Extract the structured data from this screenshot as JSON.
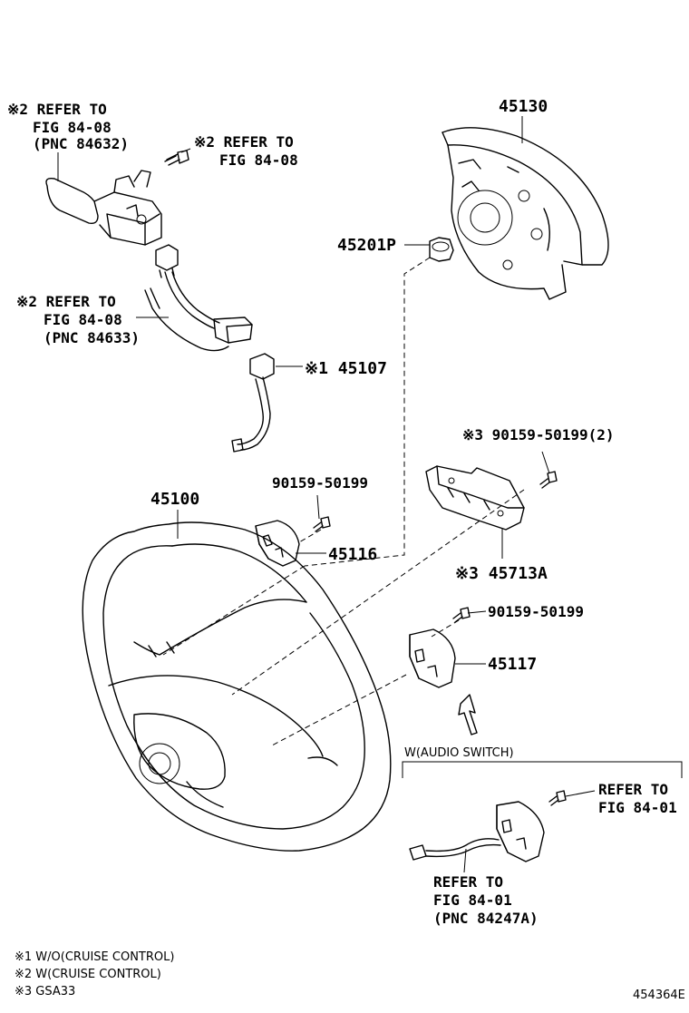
{
  "labels": {
    "combo_switch_ref": [
      "※2 REFER TO",
      "FIG 84-08",
      "(PNC 84632)"
    ],
    "screw_ref": [
      "※2 REFER TO",
      "FIG 84-08"
    ],
    "wire_ref": [
      "※2 REFER TO",
      "FIG 84-08",
      "(PNC 84633)"
    ],
    "p45130": "45130",
    "p45201p": "45201P",
    "p45107": "※1 45107",
    "p90159_a": "※3 90159-50199(2)",
    "p90159_b": "90159-50199",
    "p45100": "45100",
    "p45116": "45116",
    "p45713a": "※3 45713A",
    "p90159_c": "90159-50199",
    "p45117": "45117",
    "audio_switch": "W(AUDIO SWITCH)",
    "audio_screw_ref": [
      "REFER TO",
      "FIG 84-01"
    ],
    "audio_wire_ref": [
      "REFER TO",
      "FIG 84-01",
      "(PNC 84247A)"
    ]
  },
  "footnotes": [
    "※1 W/O(CRUISE CONTROL)",
    "※2 W(CRUISE CONTROL)",
    "※3 GSA33"
  ],
  "figure_id": "454364E"
}
